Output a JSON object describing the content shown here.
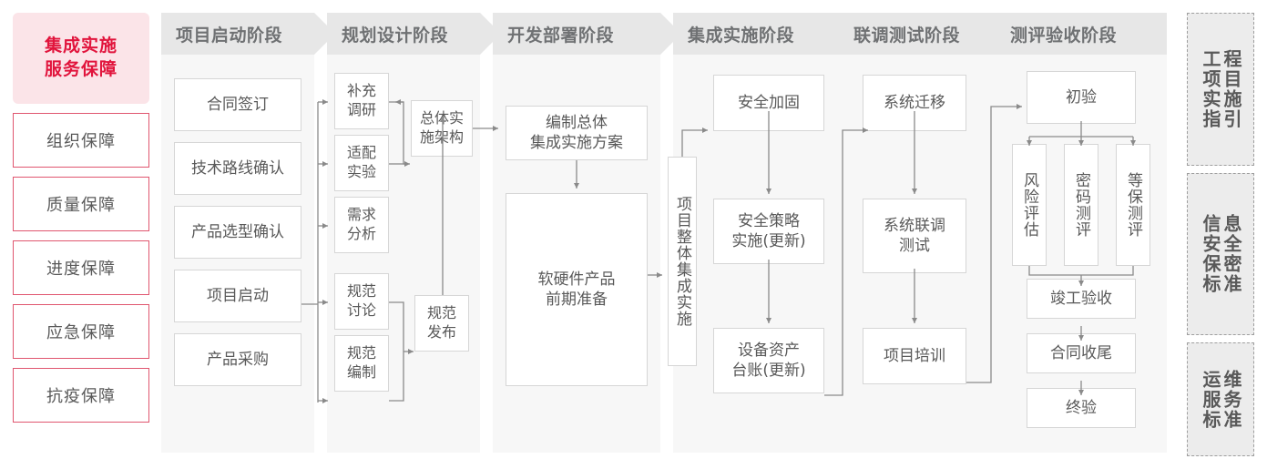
{
  "left_rail": {
    "title": "集成实施\n服务保障",
    "title_line1": "集成实施",
    "title_line2": "服务保障",
    "accent_color": "#e1143c",
    "bg_color": "#fbe4e8",
    "border_color": "#e0566f",
    "items": [
      {
        "label": "组织保障"
      },
      {
        "label": "质量保障"
      },
      {
        "label": "进度保障"
      },
      {
        "label": "应急保障"
      },
      {
        "label": "抗疫保障"
      }
    ]
  },
  "phases": [
    {
      "id": "startup",
      "header": "项目启动阶段",
      "boxes": [
        {
          "label": "合同签订"
        },
        {
          "label": "技术路线确认"
        },
        {
          "label": "产品选型确认"
        },
        {
          "label": "项目启动"
        },
        {
          "label": "产品采购"
        }
      ]
    },
    {
      "id": "planning",
      "header": "规划设计阶段",
      "boxes": [
        {
          "label": "补充\n调研",
          "l1": "补充",
          "l2": "调研"
        },
        {
          "label": "适配\n实验",
          "l1": "适配",
          "l2": "实验"
        },
        {
          "label": "需求\n分析",
          "l1": "需求",
          "l2": "分析"
        },
        {
          "label": "规范\n讨论",
          "l1": "规范",
          "l2": "讨论"
        },
        {
          "label": "规范\n编制",
          "l1": "规范",
          "l2": "编制"
        },
        {
          "label": "总体实\n施架构",
          "l1": "总体实",
          "l2": "施架构"
        },
        {
          "label": "规范\n发布",
          "l1": "规范",
          "l2": "发布"
        }
      ]
    },
    {
      "id": "deploy",
      "header": "开发部署阶段",
      "boxes": [
        {
          "label": "编制总体\n集成实施方案",
          "l1": "编制总体",
          "l2": "集成实施方案"
        },
        {
          "label": "软硬件产品\n前期准备",
          "l1": "软硬件产品",
          "l2": "前期准备"
        }
      ]
    },
    {
      "id": "integration",
      "header": "集成实施阶段",
      "boxes": [
        {
          "label": "项目整体集成实施",
          "vertical": true
        },
        {
          "label": "安全加固"
        },
        {
          "label": "安全策略\n实施(更新)",
          "l1": "安全策略",
          "l2": "实施(更新)"
        },
        {
          "label": "设备资产\n台账(更新)",
          "l1": "设备资产",
          "l2": "台账(更新)"
        }
      ]
    },
    {
      "id": "testing",
      "header": "联调测试阶段",
      "boxes": [
        {
          "label": "系统迁移"
        },
        {
          "label": "系统联调\n测试",
          "l1": "系统联调",
          "l2": "测试"
        },
        {
          "label": "项目培训"
        }
      ]
    },
    {
      "id": "acceptance",
      "header": "测评验收阶段",
      "boxes": [
        {
          "label": "初验"
        },
        {
          "label": "风险评估",
          "vertical": true
        },
        {
          "label": "密码测评",
          "vertical": true
        },
        {
          "label": "等保测评",
          "vertical": true
        },
        {
          "label": "竣工验收"
        },
        {
          "label": "合同收尾"
        },
        {
          "label": "终验"
        }
      ]
    }
  ],
  "right_rail": {
    "items": [
      {
        "label": "工程项目实施指引",
        "col_right": "程目施引",
        "col_left": "工项实指"
      },
      {
        "label": "信息安全保密标准",
        "col_right": "息全密准",
        "col_left": "信安保标"
      },
      {
        "label": "运维服务标准",
        "col_right": "维务准",
        "col_left": "运服标"
      }
    ]
  },
  "colors": {
    "header_bg": "#e7e7e7",
    "header_text": "#6f7173",
    "panel_bg": "#f7f7f7",
    "box_border": "#d6d6d6",
    "box_text": "#595959",
    "connector": "#8a8a8a"
  }
}
